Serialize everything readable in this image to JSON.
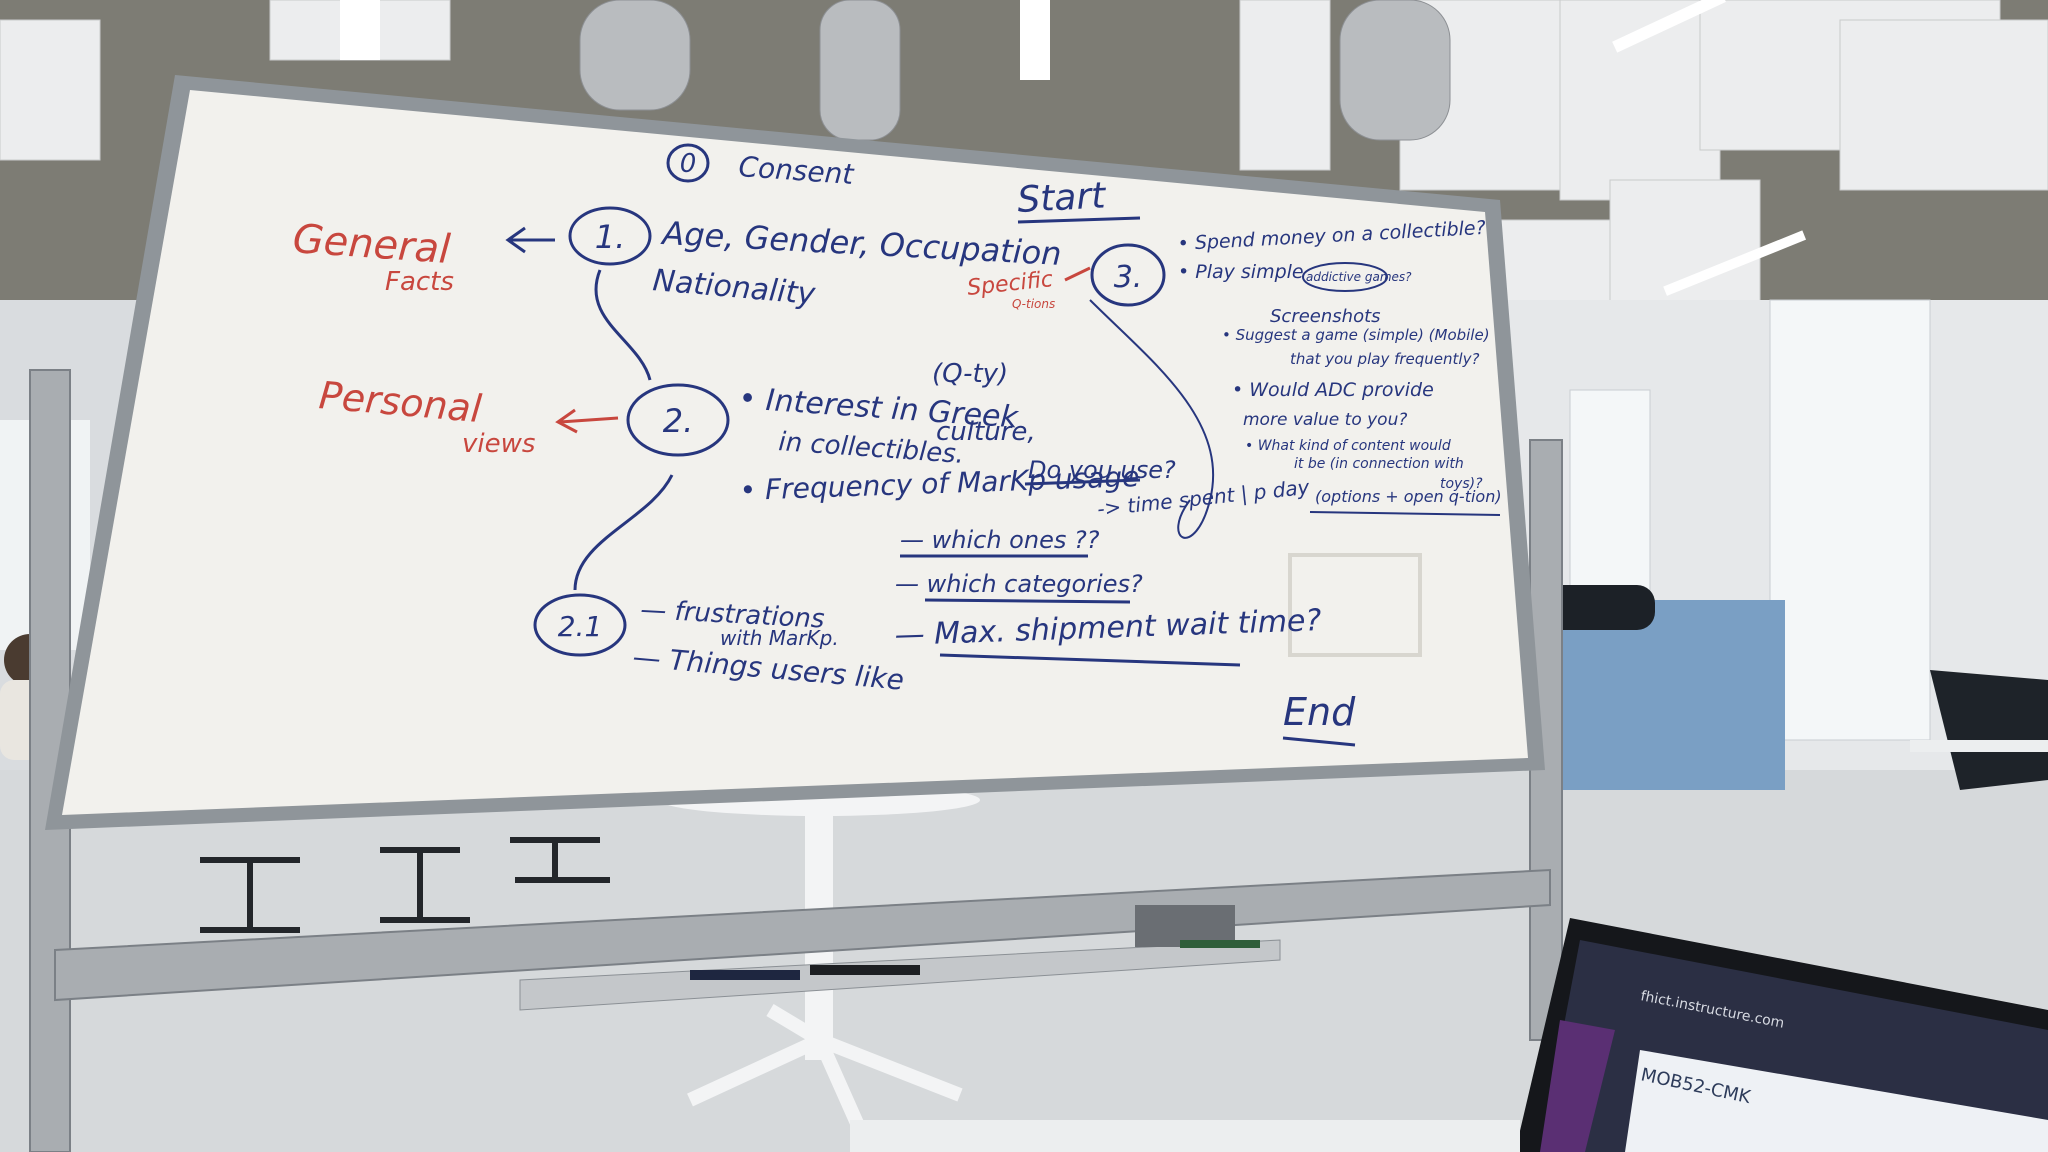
{
  "whiteboard": {
    "step0": {
      "number": "0",
      "label": "Consent"
    },
    "start_label": "Start",
    "step1": {
      "number": "1.",
      "line1": "Age, Gender, Occupation",
      "line2": "Nationality",
      "side_label_line1": "General",
      "side_label_line2": "Facts"
    },
    "step2": {
      "number": "2.",
      "qty": "(Q-ty)",
      "interest_line1": "• Interest in Greek",
      "interest_line2": "culture,",
      "interest_line3": "in collectibles.",
      "do_you_use": "Do you use?",
      "frequency": "• Frequency of MarKp usage",
      "time_spent": "-> time spent | p day",
      "which_ones": "— which ones ??",
      "which_categories": "— which categories?",
      "max_shipment": "— Max. shipment wait time?",
      "side_label_line1": "Personal",
      "side_label_line2": "views"
    },
    "step21": {
      "number": "2.1",
      "frustrations_line1": "— frustrations",
      "frustrations_line2": "with MarKp.",
      "things_users_like": "— Things users like"
    },
    "step3": {
      "number": "3.",
      "specific_line1": "Specific",
      "specific_line2": "Q-tions",
      "items": [
        "• Spend money on a collectible?",
        "• Play simple",
        "addictive games?",
        "Screenshots",
        "• Suggest a game (simple) (Mobile)",
        "that you play frequently?",
        "• Would ADC provide",
        "more value to you?",
        "• What kind of content would",
        "it be (in connection with",
        "toys)?",
        "(options + open q-tion)"
      ]
    },
    "end_label": "End"
  },
  "laptop": {
    "tab_title": "MOB52-CMK",
    "url_text": "fhict.instructure.com"
  }
}
